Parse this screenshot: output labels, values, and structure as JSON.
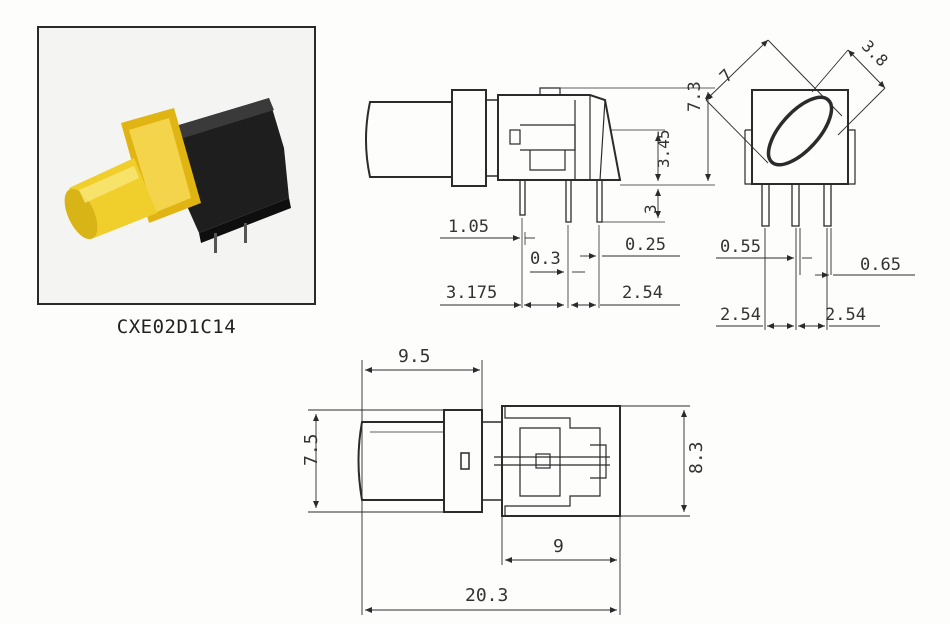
{
  "part_number": "CXE02D1C14",
  "side_view": {
    "dims": {
      "height_total": "7.3",
      "height_upper": "3.45",
      "height_lower": "3",
      "pin_offset": "1.05",
      "pin_width_a": "0.3",
      "pin_width_b": "0.25",
      "pin_to_front": "3.175",
      "pin_pitch": "2.54"
    }
  },
  "front_view": {
    "dims": {
      "lens_width": "7",
      "lens_depth": "3.8",
      "pin_width_a": "0.55",
      "pin_width_b": "0.65",
      "pitch_left": "2.54",
      "pitch_right": "2.54"
    }
  },
  "top_view": {
    "dims": {
      "lens_length": "9.5",
      "lens_height": "7.5",
      "body_height": "8.3",
      "body_length": "9",
      "total_length": "20.3"
    }
  },
  "colors": {
    "line": "#2b2b2b",
    "lens_amber": "#e7c21c",
    "lens_amber_dark": "#b8920a",
    "body_black": "#1c1c1c"
  }
}
